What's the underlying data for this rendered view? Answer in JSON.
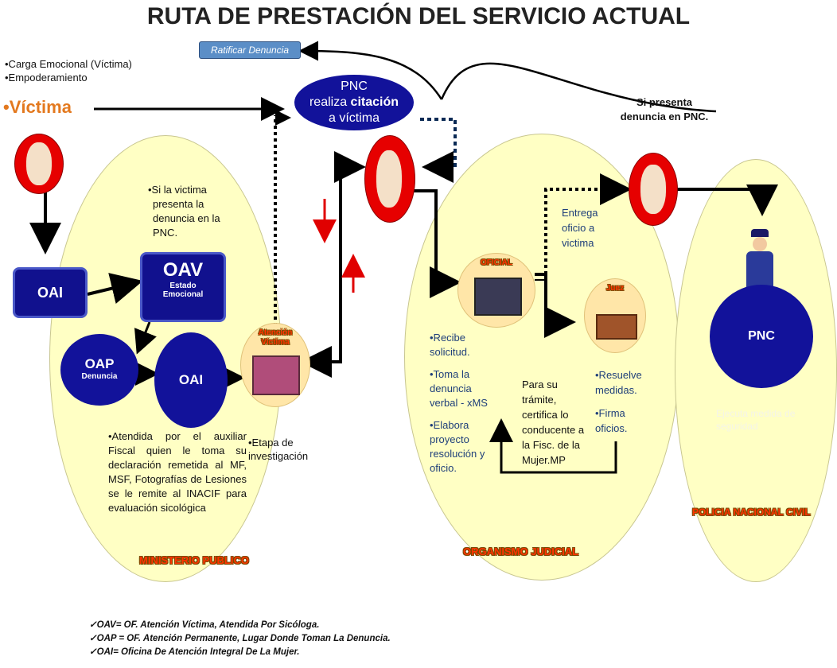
{
  "title": "RUTA DE PRESTACIÓN DEL SERVICIO ACTUAL",
  "ratificar": "Ratificar Denuncia",
  "victim_notes": [
    "•Carga Emocional (Víctima)",
    "•Empoderamiento"
  ],
  "victima": "•Víctima",
  "pnc_citacion": {
    "line1": "PNC",
    "line2a": "realiza ",
    "line2b": "citación",
    "line3": "a víctima"
  },
  "si_presenta": [
    "Si presenta",
    "denuncia en PNC."
  ],
  "mp_note": [
    "•Si la victima",
    "presenta la",
    "denuncia en la",
    "PNC."
  ],
  "oai_left": "OAI",
  "oav": {
    "title": "OAV",
    "sub1": "Estado",
    "sub2": "Emocional"
  },
  "oap": {
    "title": "OAP",
    "sub": "Denuncia"
  },
  "oai_mid": "OAI",
  "atencion_label": [
    "Atención",
    "Víctima"
  ],
  "atendida": "•Atendida por el auxiliar Fiscal quien le toma su declaración remetida al MF, MSF, Fotografías de Lesiones se le remite al INACIF para evaluación sicológica",
  "etapa": [
    "•Etapa de",
    "investigación"
  ],
  "ministerio": "MINISTERIO PUBLICO",
  "oficial": "OFICIAL",
  "juez": "Juez",
  "entrega": [
    "Entrega",
    "oficio a",
    "victima"
  ],
  "oj_steps": [
    "•Recibe solicitud.",
    "•Toma la denuncia verbal - xMS",
    "•Elabora proyecto resolución y oficio."
  ],
  "para_su": [
    "Para su",
    "trámite,",
    "certifica lo",
    "conducente a",
    "la Fisc. de la",
    "Mujer.MP"
  ],
  "juez_steps": [
    "•Resuelve medidas.",
    "•Firma oficios."
  ],
  "organismo": "ORGANISMO JUDICIAL",
  "pnc_right": "PNC",
  "ejecuta": "Ejecuta medida de seguridad",
  "policia": "POLICIA NACIONAL CIVIL",
  "legend": [
    "OAV= OF. Atención Víctima, Atendida Por Sicóloga.",
    "OAP = OF. Atención Permanente, Lugar Donde Toman La Denuncia.",
    "OAI= Oficina De Atención Integral De La Mujer."
  ]
}
